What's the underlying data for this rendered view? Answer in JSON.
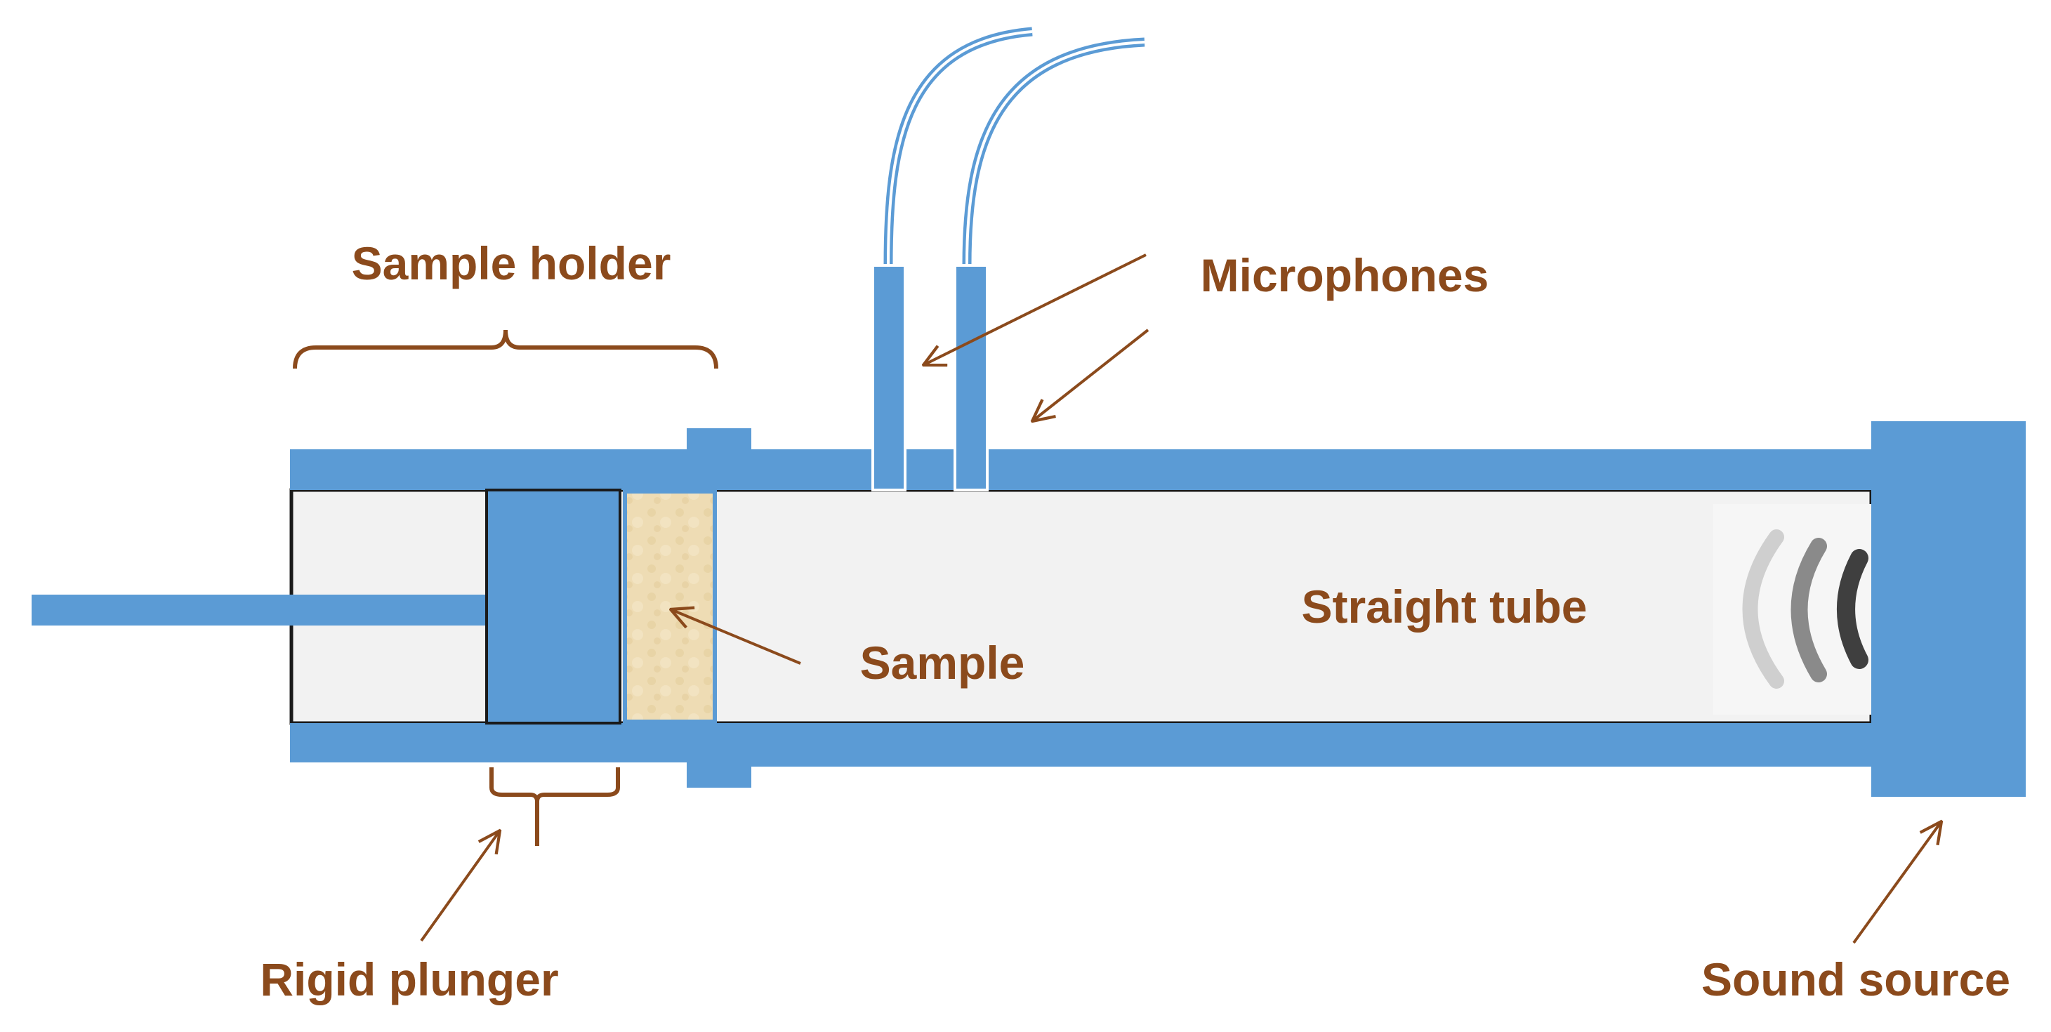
{
  "labels": {
    "sample_holder": "Sample holder",
    "microphones": "Microphones",
    "sample": "Sample",
    "straight_tube": "Straight tube",
    "rigid_plunger": "Rigid plunger",
    "sound_source": "Sound source"
  },
  "colors": {
    "tube_blue": "#5b9bd5",
    "label_brown": "#8b4a1c",
    "sample_beige": "#eedcb4",
    "tube_interior": "#f2f2f2",
    "outline": "#1a1a1a",
    "sound_wave_gray": "#8a8a8a"
  },
  "icons": {
    "sound_waves": "sound-waves-icon"
  }
}
